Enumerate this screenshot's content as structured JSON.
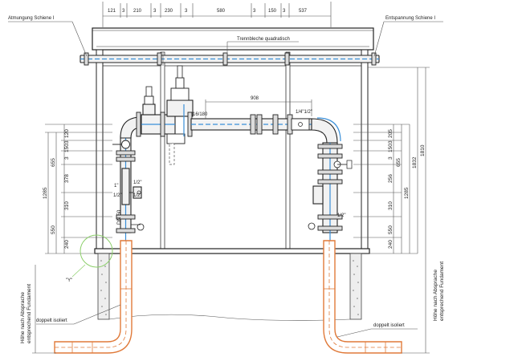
{
  "labels": {
    "atmung": "Atmungung Schiene I",
    "entspannung": "Entspannung Schiene I",
    "trennbleche": "Trennbleche quadratisch",
    "doppelt_left": "doppelt isoliert",
    "doppelt_right": "doppelt isoliert",
    "hoehe_left_1": "Höhe nach Absprache",
    "hoehe_left_2": "entsprechend Fundament",
    "hoehe_right_1": "Höhe nach Absprache",
    "hoehe_right_2": "entsprechend Fundament",
    "y_mark": "\"Y\"",
    "d908": "908",
    "thread_1": "1\"",
    "thread_half_a": "1/2\"",
    "thread_half_b": "1/2\"",
    "thread_half_c": "1/2\"",
    "thread_half_d": "1/2\"",
    "thread_16": "16/180",
    "thread_right": "1/4\"1/2\"",
    "dn_left": "DN 50"
  },
  "top_dims": [
    "121",
    "3",
    "210",
    "3",
    "230",
    "3",
    "580",
    "3",
    "150",
    "3",
    "537"
  ],
  "left_dims": {
    "total": "1285",
    "upper": "655",
    "seg": [
      "120",
      "3",
      "150",
      "3",
      "378",
      "310",
      "550",
      "240"
    ]
  },
  "right_dims": {
    "total": "1285",
    "upper": "655",
    "seg": [
      "205",
      "3",
      "150",
      "3",
      "256",
      "310",
      "550",
      "240"
    ],
    "far1": "1832",
    "far2": "1810"
  }
}
